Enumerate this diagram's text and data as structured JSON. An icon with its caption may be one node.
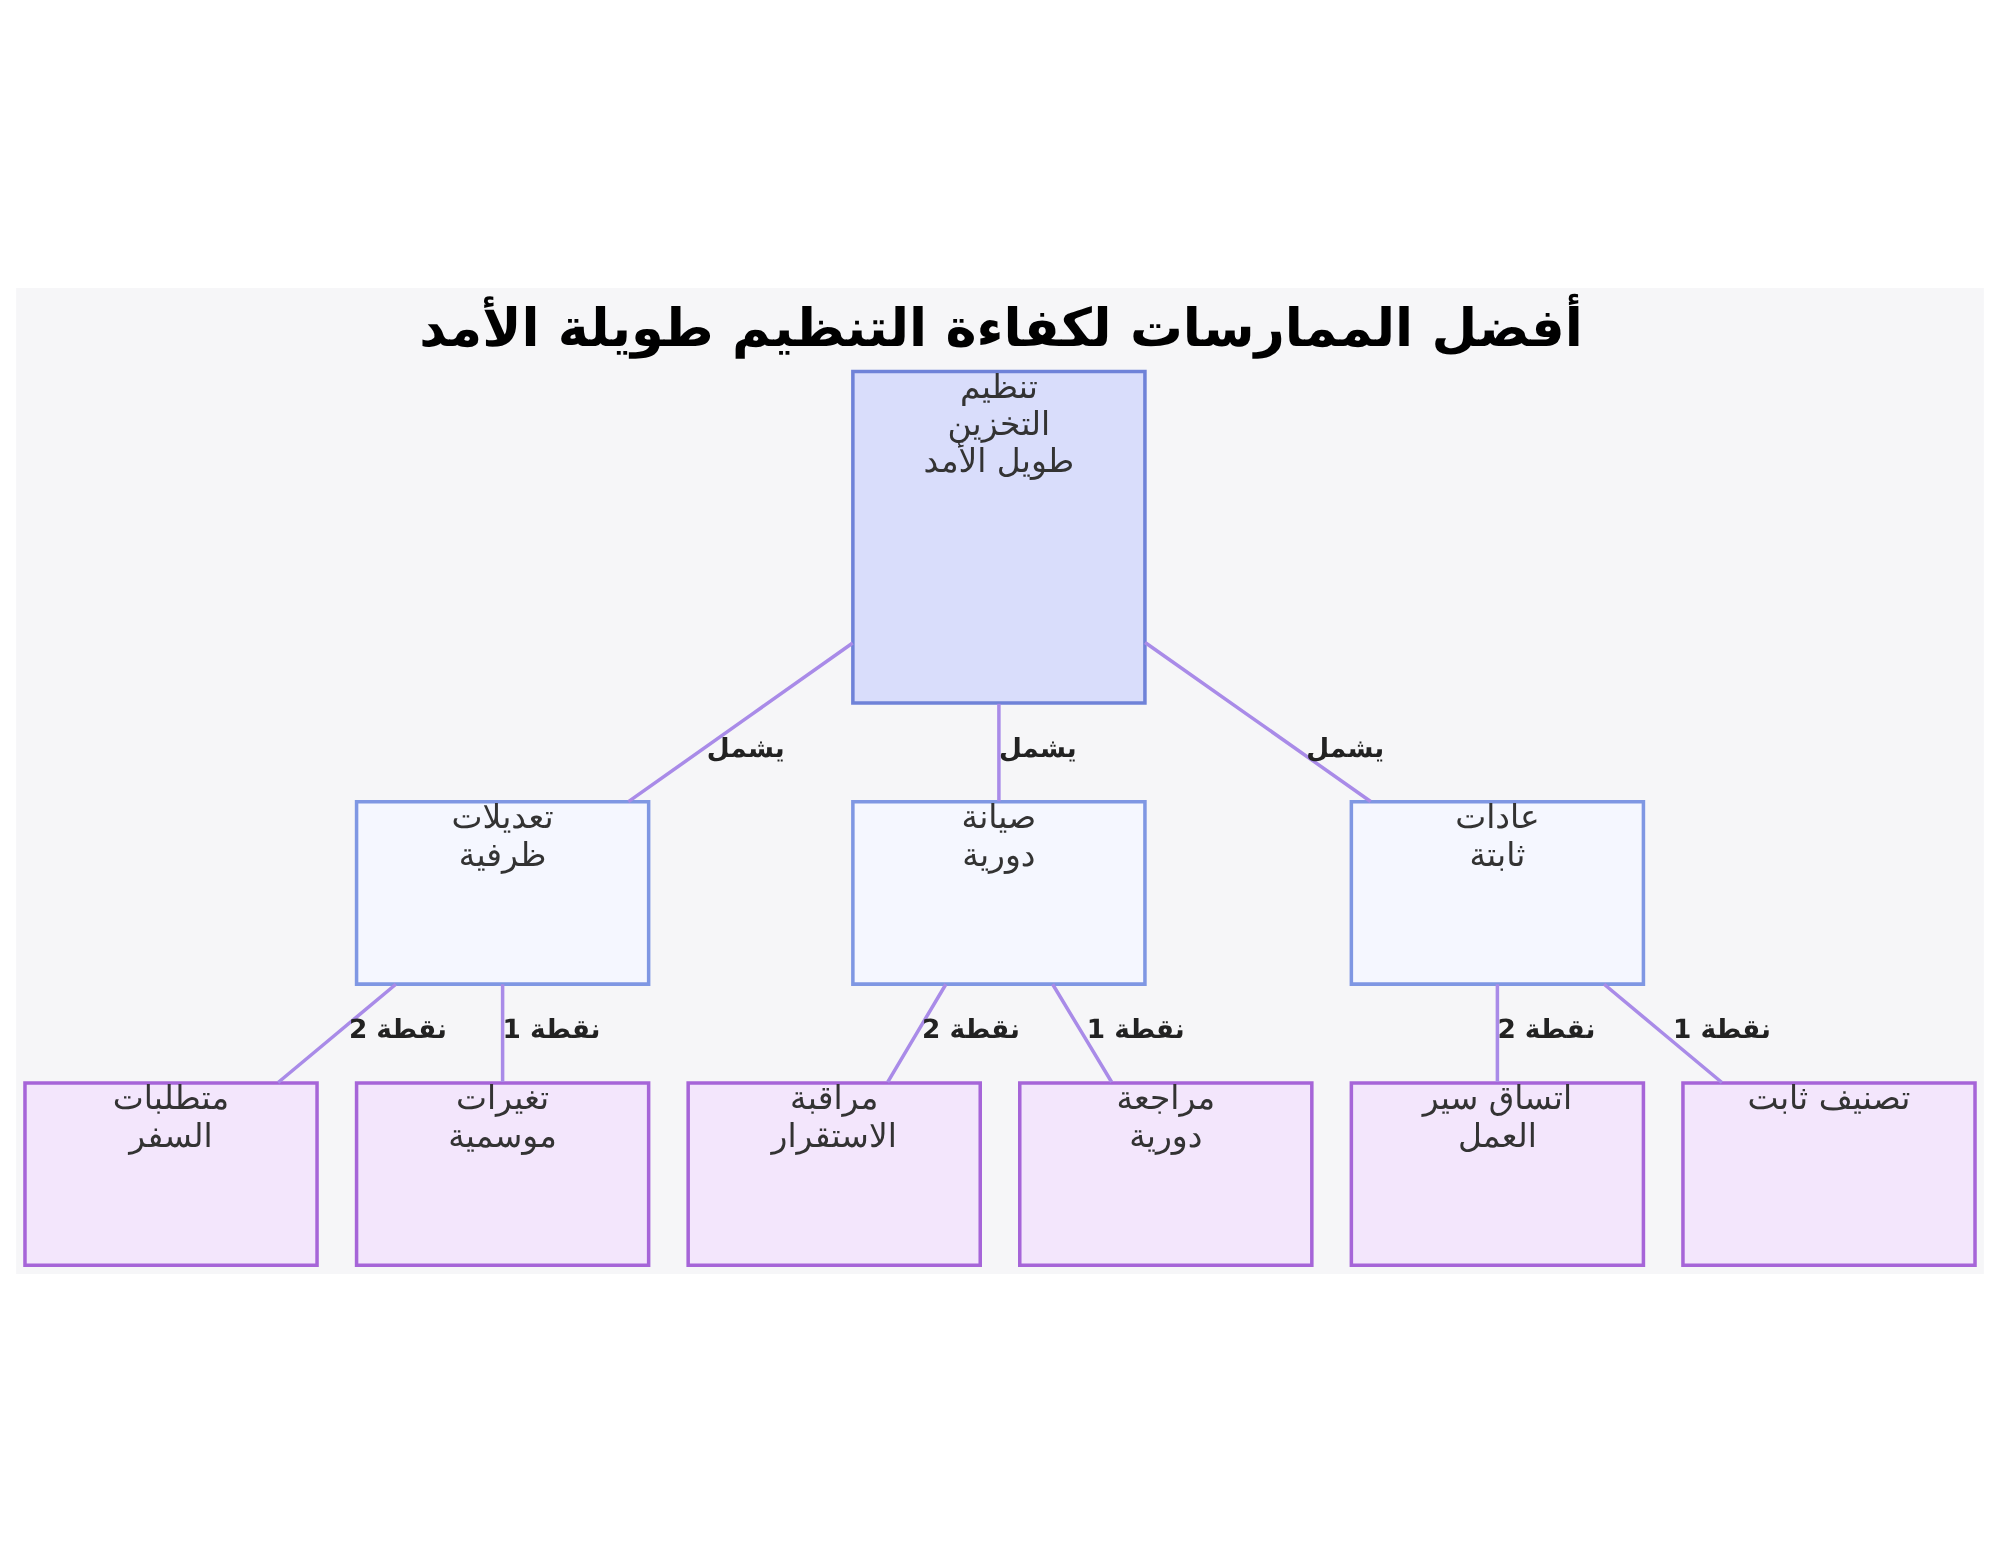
{
  "diagram": {
    "title": "أفضل الممارسات لكفاءة التنظيم طويلة الأمد",
    "nodes": [
      {
        "text": [
          "تنظيم التخزين طويل الأمد"
        ]
      },
      {
        "text": [
          "عادات ثابتة"
        ]
      },
      {
        "text": [
          "صيانة دورية"
        ]
      },
      {
        "text": [
          "تعديلات ظرفية"
        ]
      },
      {
        "text": [
          "تصنيف ثابت"
        ]
      },
      {
        "text": [
          "اتساق سير العمل"
        ]
      },
      {
        "text": [
          "مراجعة دورية"
        ]
      },
      {
        "text": [
          "مراقبة الاستقرار"
        ]
      },
      {
        "text": [
          "تغيرات موسمية"
        ]
      },
      {
        "text": [
          "متطلبات السفر"
        ]
      }
    ],
    "edges": [
      {
        "from": 0,
        "to": 1,
        "arrow": "none",
        "label": "يشمل"
      },
      {
        "from": 0,
        "to": 2,
        "arrow": "none",
        "label": "يشمل"
      },
      {
        "from": 0,
        "to": 3,
        "arrow": "none",
        "label": "يشمل"
      },
      {
        "from": 1,
        "to": 4,
        "arrow": "none",
        "label": "نقطة 1"
      },
      {
        "from": 1,
        "to": 5,
        "arrow": "none",
        "label": "نقطة 2"
      },
      {
        "from": 2,
        "to": 6,
        "arrow": "none",
        "label": "نقطة 1"
      },
      {
        "from": 2,
        "to": 7,
        "arrow": "none",
        "label": "نقطة 2"
      },
      {
        "from": 3,
        "to": 8,
        "arrow": "none",
        "label": "نقطة 1"
      },
      {
        "from": 3,
        "to": 9,
        "arrow": "none",
        "label": "نقطة 2"
      }
    ]
  }
}
